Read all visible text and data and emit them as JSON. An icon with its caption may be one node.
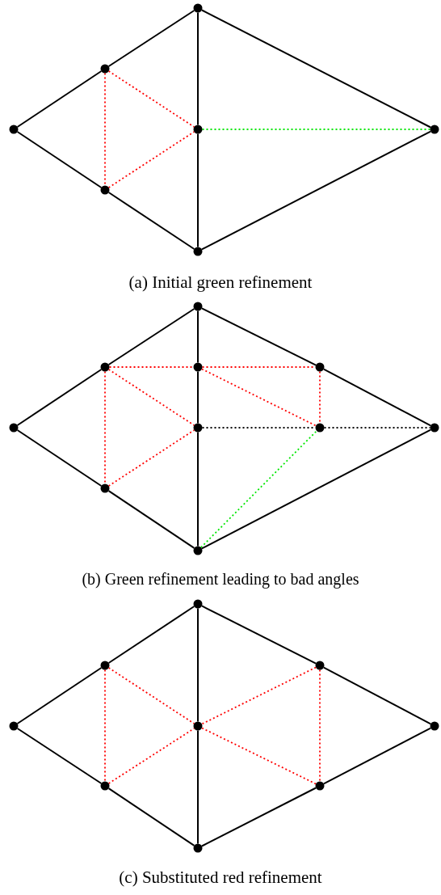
{
  "diagram": {
    "nodes": [
      {
        "text": [],
        "shape": "circle"
      },
      {
        "text": [],
        "shape": "circle"
      },
      {
        "text": [],
        "shape": "circle"
      },
      {
        "text": [],
        "shape": "circle"
      },
      {
        "text": [],
        "shape": "circle"
      },
      {
        "text": [],
        "shape": "circle"
      },
      {
        "text": [],
        "shape": "circle"
      },
      {
        "text": [],
        "shape": "circle"
      },
      {
        "text": [],
        "shape": "circle"
      },
      {
        "text": [],
        "shape": "circle"
      },
      {
        "text": [],
        "shape": "circle"
      },
      {
        "text": [],
        "shape": "circle"
      },
      {
        "text": [],
        "shape": "circle"
      },
      {
        "text": [],
        "shape": "circle"
      },
      {
        "text": [],
        "shape": "circle"
      },
      {
        "text": [],
        "shape": "circle"
      },
      {
        "text": [],
        "shape": "circle"
      },
      {
        "text": [],
        "shape": "circle"
      },
      {
        "text": [],
        "shape": "circle"
      },
      {
        "text": [],
        "shape": "circle"
      },
      {
        "text": [],
        "shape": "circle"
      },
      {
        "text": [],
        "shape": "circle"
      },
      {
        "text": [],
        "shape": "circle"
      },
      {
        "text": [],
        "shape": "circle"
      },
      {
        "text": [],
        "shape": "circle"
      },
      {
        "text": [],
        "shape": "circle"
      }
    ],
    "edges": [
      {
        "from": 2,
        "to": 1,
        "arrow": "none"
      },
      {
        "from": 1,
        "to": 0,
        "arrow": "none"
      },
      {
        "from": 0,
        "to": 4,
        "arrow": "none"
      },
      {
        "from": 4,
        "to": 6,
        "arrow": "none"
      },
      {
        "from": 6,
        "to": 5,
        "arrow": "none"
      },
      {
        "from": 5,
        "to": 2,
        "arrow": "none"
      },
      {
        "from": 0,
        "to": 3,
        "arrow": "none"
      },
      {
        "from": 3,
        "to": 6,
        "arrow": "none"
      },
      {
        "from": 1,
        "to": 5,
        "arrow": "none",
        "style": "dashed",
        "color": "#ff0000"
      },
      {
        "from": 1,
        "to": 3,
        "arrow": "none",
        "style": "dashed",
        "color": "#ff0000"
      },
      {
        "from": 5,
        "to": 3,
        "arrow": "none",
        "style": "dashed",
        "color": "#ff0000"
      },
      {
        "from": 3,
        "to": 4,
        "arrow": "none",
        "style": "dashed",
        "color": "#00e600"
      },
      {
        "from": 11,
        "to": 8,
        "arrow": "none"
      },
      {
        "from": 8,
        "to": 7,
        "arrow": "none"
      },
      {
        "from": 7,
        "to": 10,
        "arrow": "none"
      },
      {
        "from": 10,
        "to": 14,
        "arrow": "none"
      },
      {
        "from": 14,
        "to": 16,
        "arrow": "none"
      },
      {
        "from": 16,
        "to": 15,
        "arrow": "none"
      },
      {
        "from": 15,
        "to": 11,
        "arrow": "none"
      },
      {
        "from": 7,
        "to": 9,
        "arrow": "none"
      },
      {
        "from": 9,
        "to": 12,
        "arrow": "none"
      },
      {
        "from": 12,
        "to": 16,
        "arrow": "none"
      },
      {
        "from": 8,
        "to": 9,
        "arrow": "none",
        "style": "dashed",
        "color": "#ff0000"
      },
      {
        "from": 9,
        "to": 10,
        "arrow": "none",
        "style": "dashed",
        "color": "#ff0000"
      },
      {
        "from": 8,
        "to": 12,
        "arrow": "none",
        "style": "dashed",
        "color": "#ff0000"
      },
      {
        "from": 15,
        "to": 12,
        "arrow": "none",
        "style": "dashed",
        "color": "#ff0000"
      },
      {
        "from": 8,
        "to": 15,
        "arrow": "none",
        "style": "dashed",
        "color": "#ff0000"
      },
      {
        "from": 9,
        "to": 13,
        "arrow": "none",
        "style": "dashed",
        "color": "#ff0000"
      },
      {
        "from": 10,
        "to": 13,
        "arrow": "none",
        "style": "dashed",
        "color": "#ff0000"
      },
      {
        "from": 12,
        "to": 13,
        "arrow": "none",
        "style": "dashed"
      },
      {
        "from": 13,
        "to": 14,
        "arrow": "none",
        "style": "dashed"
      },
      {
        "from": 16,
        "to": 13,
        "arrow": "none",
        "style": "dashed",
        "color": "#00e600"
      },
      {
        "from": 20,
        "to": 18,
        "arrow": "none"
      },
      {
        "from": 18,
        "to": 17,
        "arrow": "none"
      },
      {
        "from": 17,
        "to": 19,
        "arrow": "none"
      },
      {
        "from": 19,
        "to": 22,
        "arrow": "none"
      },
      {
        "from": 22,
        "to": 24,
        "arrow": "none"
      },
      {
        "from": 24,
        "to": 25,
        "arrow": "none"
      },
      {
        "from": 25,
        "to": 23,
        "arrow": "none"
      },
      {
        "from": 23,
        "to": 20,
        "arrow": "none"
      },
      {
        "from": 17,
        "to": 21,
        "arrow": "none"
      },
      {
        "from": 21,
        "to": 25,
        "arrow": "none"
      },
      {
        "from": 18,
        "to": 23,
        "arrow": "none",
        "style": "dashed",
        "color": "#ff0000"
      },
      {
        "from": 18,
        "to": 21,
        "arrow": "none",
        "style": "dashed",
        "color": "#ff0000"
      },
      {
        "from": 23,
        "to": 21,
        "arrow": "none",
        "style": "dashed",
        "color": "#ff0000"
      },
      {
        "from": 19,
        "to": 21,
        "arrow": "none",
        "style": "dashed",
        "color": "#ff0000"
      },
      {
        "from": 24,
        "to": 21,
        "arrow": "none",
        "style": "dashed",
        "color": "#ff0000"
      },
      {
        "from": 19,
        "to": 24,
        "arrow": "none",
        "style": "dashed",
        "color": "#ff0000"
      }
    ],
    "labels": [
      "(a) Initial green refinement",
      "(b) Green refinement leading to bad angles",
      "(c) Substituted red refinement"
    ]
  }
}
